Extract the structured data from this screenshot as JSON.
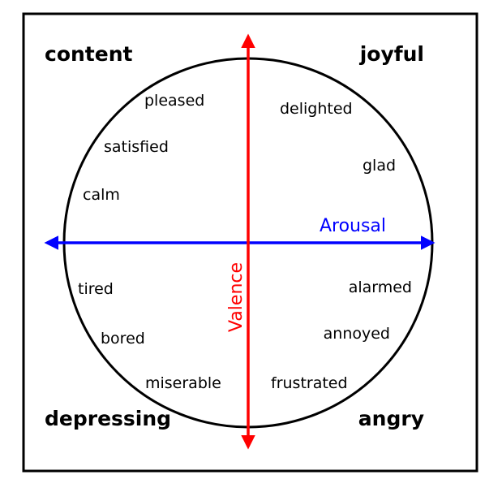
{
  "corners": {
    "top_left": "content",
    "top_right": "joyful",
    "bottom_left": "depressing",
    "bottom_right": "angry"
  },
  "emotions": {
    "pleased": "pleased",
    "delighted": "delighted",
    "satisfied": "satisfied",
    "glad": "glad",
    "calm": "calm",
    "tired": "tired",
    "alarmed": "alarmed",
    "bored": "bored",
    "annoyed": "annoyed",
    "miserable": "miserable",
    "frustrated": "frustrated"
  },
  "axes": {
    "horizontal": {
      "label": "Arousal",
      "color": "#0000ff"
    },
    "vertical": {
      "label": "Valence",
      "color": "#ff0000"
    }
  },
  "colors": {
    "frame": "#000000",
    "circle": "#000000",
    "text": "#000000",
    "background": "#ffffff"
  }
}
